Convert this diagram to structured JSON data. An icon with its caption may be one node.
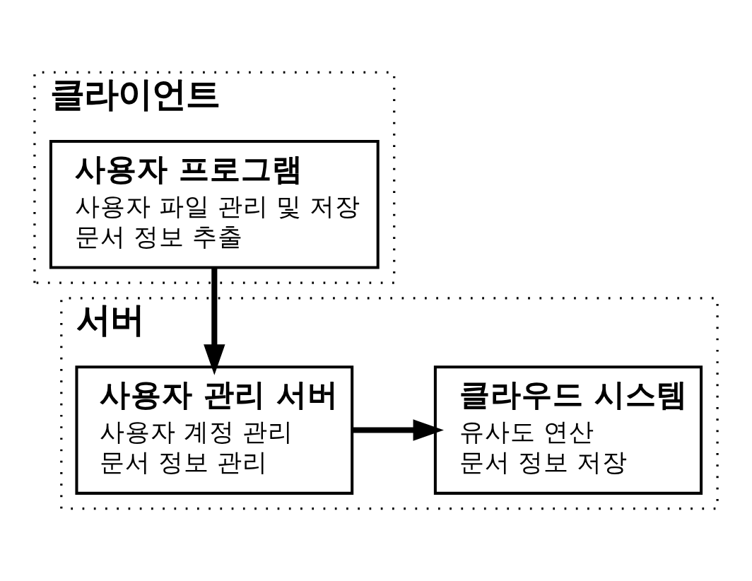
{
  "diagram": {
    "nodes": [
      {
        "text": [
          "클라이언트"
        ]
      },
      {
        "text": [
          "사용자 프로그램",
          "사용자 파일 관리 및 저장",
          "문서 정보 추출"
        ],
        "in": 0
      },
      {
        "text": [
          "서버"
        ]
      },
      {
        "text": [
          "사용자 관리 서버",
          "사용자 계정 관리",
          "문서 정보 관리"
        ],
        "in": 2
      },
      {
        "text": [
          "클라우드 시스템",
          "유사도 연산",
          "문서 정보 저장"
        ],
        "in": 2
      }
    ],
    "edges": [
      {
        "from": 1,
        "to": 3,
        "arrow": "to"
      },
      {
        "from": 3,
        "to": 4,
        "arrow": "to"
      }
    ]
  }
}
